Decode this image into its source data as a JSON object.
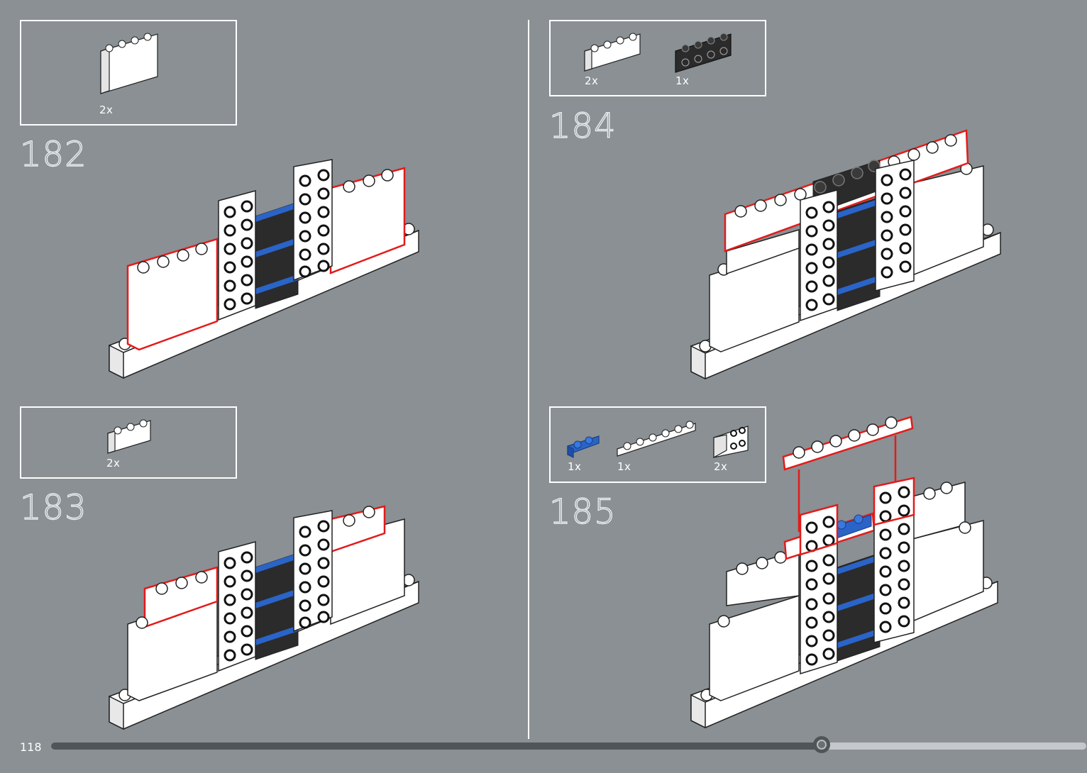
{
  "page": {
    "number": "118",
    "progress_fraction": 0.7445
  },
  "colors": {
    "background": "#8a9093",
    "callout_outline": "#e31b1b",
    "brick_white": "#ffffff",
    "brick_blue": "#2a64c8",
    "brick_black": "#2b2b2b"
  },
  "steps": [
    {
      "id": "step-182",
      "number": "182",
      "parts": [
        {
          "qty": "2x",
          "part": "white 1x4 brick (tall)",
          "icon": "white-1x4-tall-brick-icon"
        }
      ]
    },
    {
      "id": "step-183",
      "number": "183",
      "parts": [
        {
          "qty": "2x",
          "part": "white 1x3 brick",
          "icon": "white-1x3-brick-icon"
        }
      ]
    },
    {
      "id": "step-184",
      "number": "184",
      "parts": [
        {
          "qty": "2x",
          "part": "white 1x4 brick",
          "icon": "white-1x4-brick-icon"
        },
        {
          "qty": "1x",
          "part": "black 1x4 brick with side studs",
          "icon": "black-1x4-side-stud-brick-icon"
        }
      ]
    },
    {
      "id": "step-185",
      "number": "185",
      "parts": [
        {
          "qty": "1x",
          "part": "blue 1x2 plate",
          "icon": "blue-1x2-plate-icon"
        },
        {
          "qty": "1x",
          "part": "white 1x6 plate",
          "icon": "white-1x6-plate-icon"
        },
        {
          "qty": "2x",
          "part": "white 1x2-2x2 bracket",
          "icon": "white-bracket-icon"
        }
      ]
    }
  ]
}
